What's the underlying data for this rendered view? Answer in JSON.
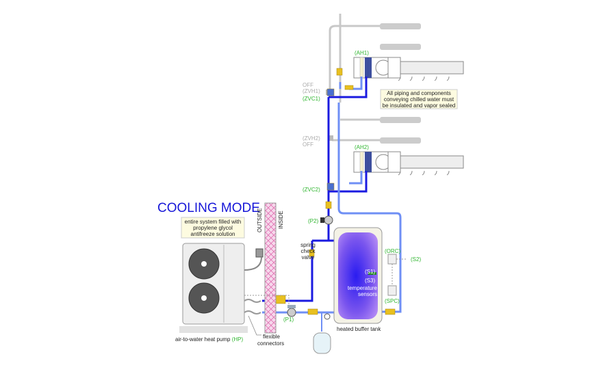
{
  "title": "COOLING MODE",
  "notes": {
    "fluid": [
      "entire system filled with",
      "propylene glycol",
      "antifreeze solution"
    ],
    "insulation": [
      "All piping and components",
      "conveying chilled water must",
      "be insulated and vapor sealed"
    ]
  },
  "wall": {
    "outside": "OUTSIDE",
    "inside": "INSIDE"
  },
  "labels": {
    "ah1": "(AH1)",
    "ah2": "(AH2)",
    "zvh1_off": "OFF",
    "zvh1": "(ZVH1)",
    "zvc1": "(ZVC1)",
    "zvh2": "(ZVH2)",
    "zvh2_off": "OFF",
    "zvc2": "(ZVC2)",
    "p2": "(P2)",
    "p1": "(P1)",
    "check_valve": [
      "spring",
      "check",
      "valve"
    ],
    "orc": "(ORC)",
    "s2": "(S2)",
    "s1": "(S1)",
    "s3": "(S3)",
    "temp_sensors": [
      "temperature",
      "sensors"
    ],
    "spc": "(SPC)",
    "tank": "heated buffer tank",
    "heat_pump": "air-to-water heat pump",
    "hp": "(HP)",
    "flex": [
      "flexible",
      "connectors"
    ]
  },
  "colors": {
    "supply": "#1a1ae0",
    "return": "#6f8ff5",
    "inactive": "#c8c8c8",
    "label_green": "#2fb52f",
    "title_blue": "#1616d8",
    "note_bg": "#fdfbe0"
  }
}
